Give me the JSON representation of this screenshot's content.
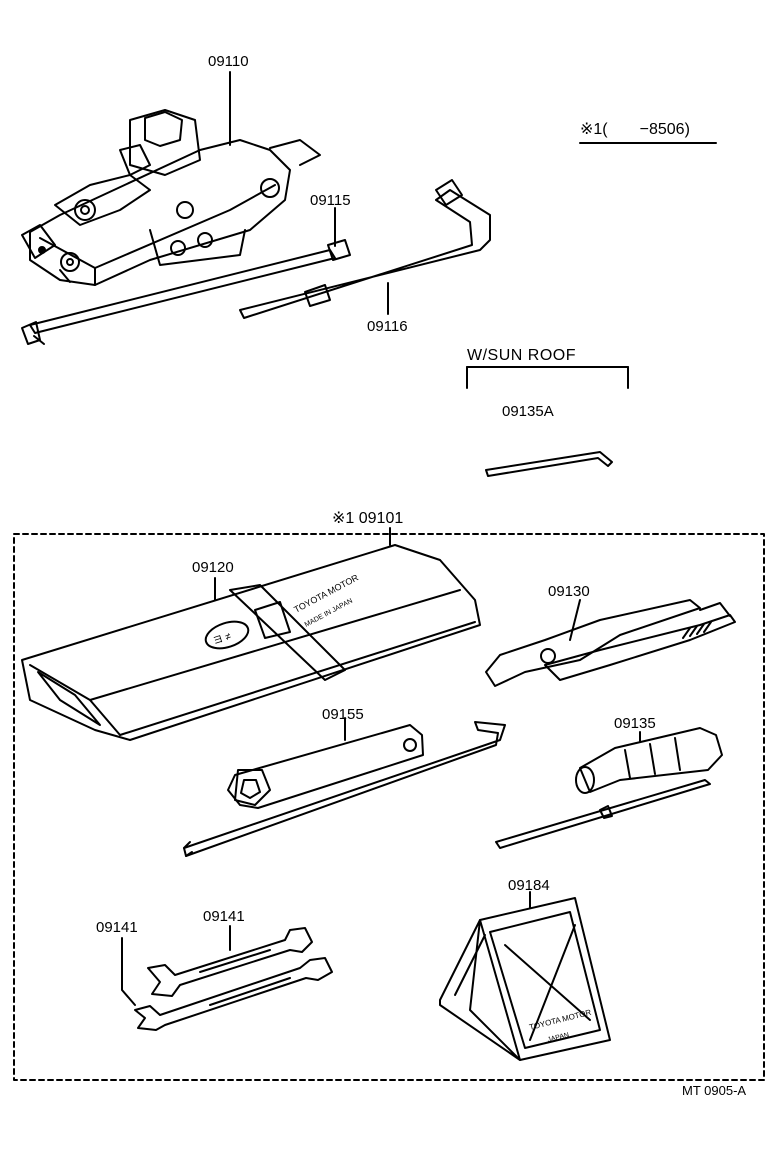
{
  "labels": {
    "jack": "09110",
    "jack_handle": "09115",
    "lug_wrench": "09116",
    "note": "※1(　　−8506)",
    "sunroof_header": "W/SUN ROOF",
    "sunroof_tool": "09135A",
    "tool_set": "※1 09101",
    "tool_bag": "09120",
    "pliers": "09130",
    "plug_wrench": "09155",
    "screwdriver": "09135",
    "wrench_a": "09141",
    "wrench_b": "09141",
    "wheel_chock": "09184",
    "figure_code": "MT 0905-A"
  },
  "product_text": {
    "bag_brand": "TOYOTA MOTOR",
    "bag_origin": "MADE IN JAPAN",
    "chock_brand": "TOYOTA MOTOR",
    "chock_origin": "JAPAN"
  }
}
